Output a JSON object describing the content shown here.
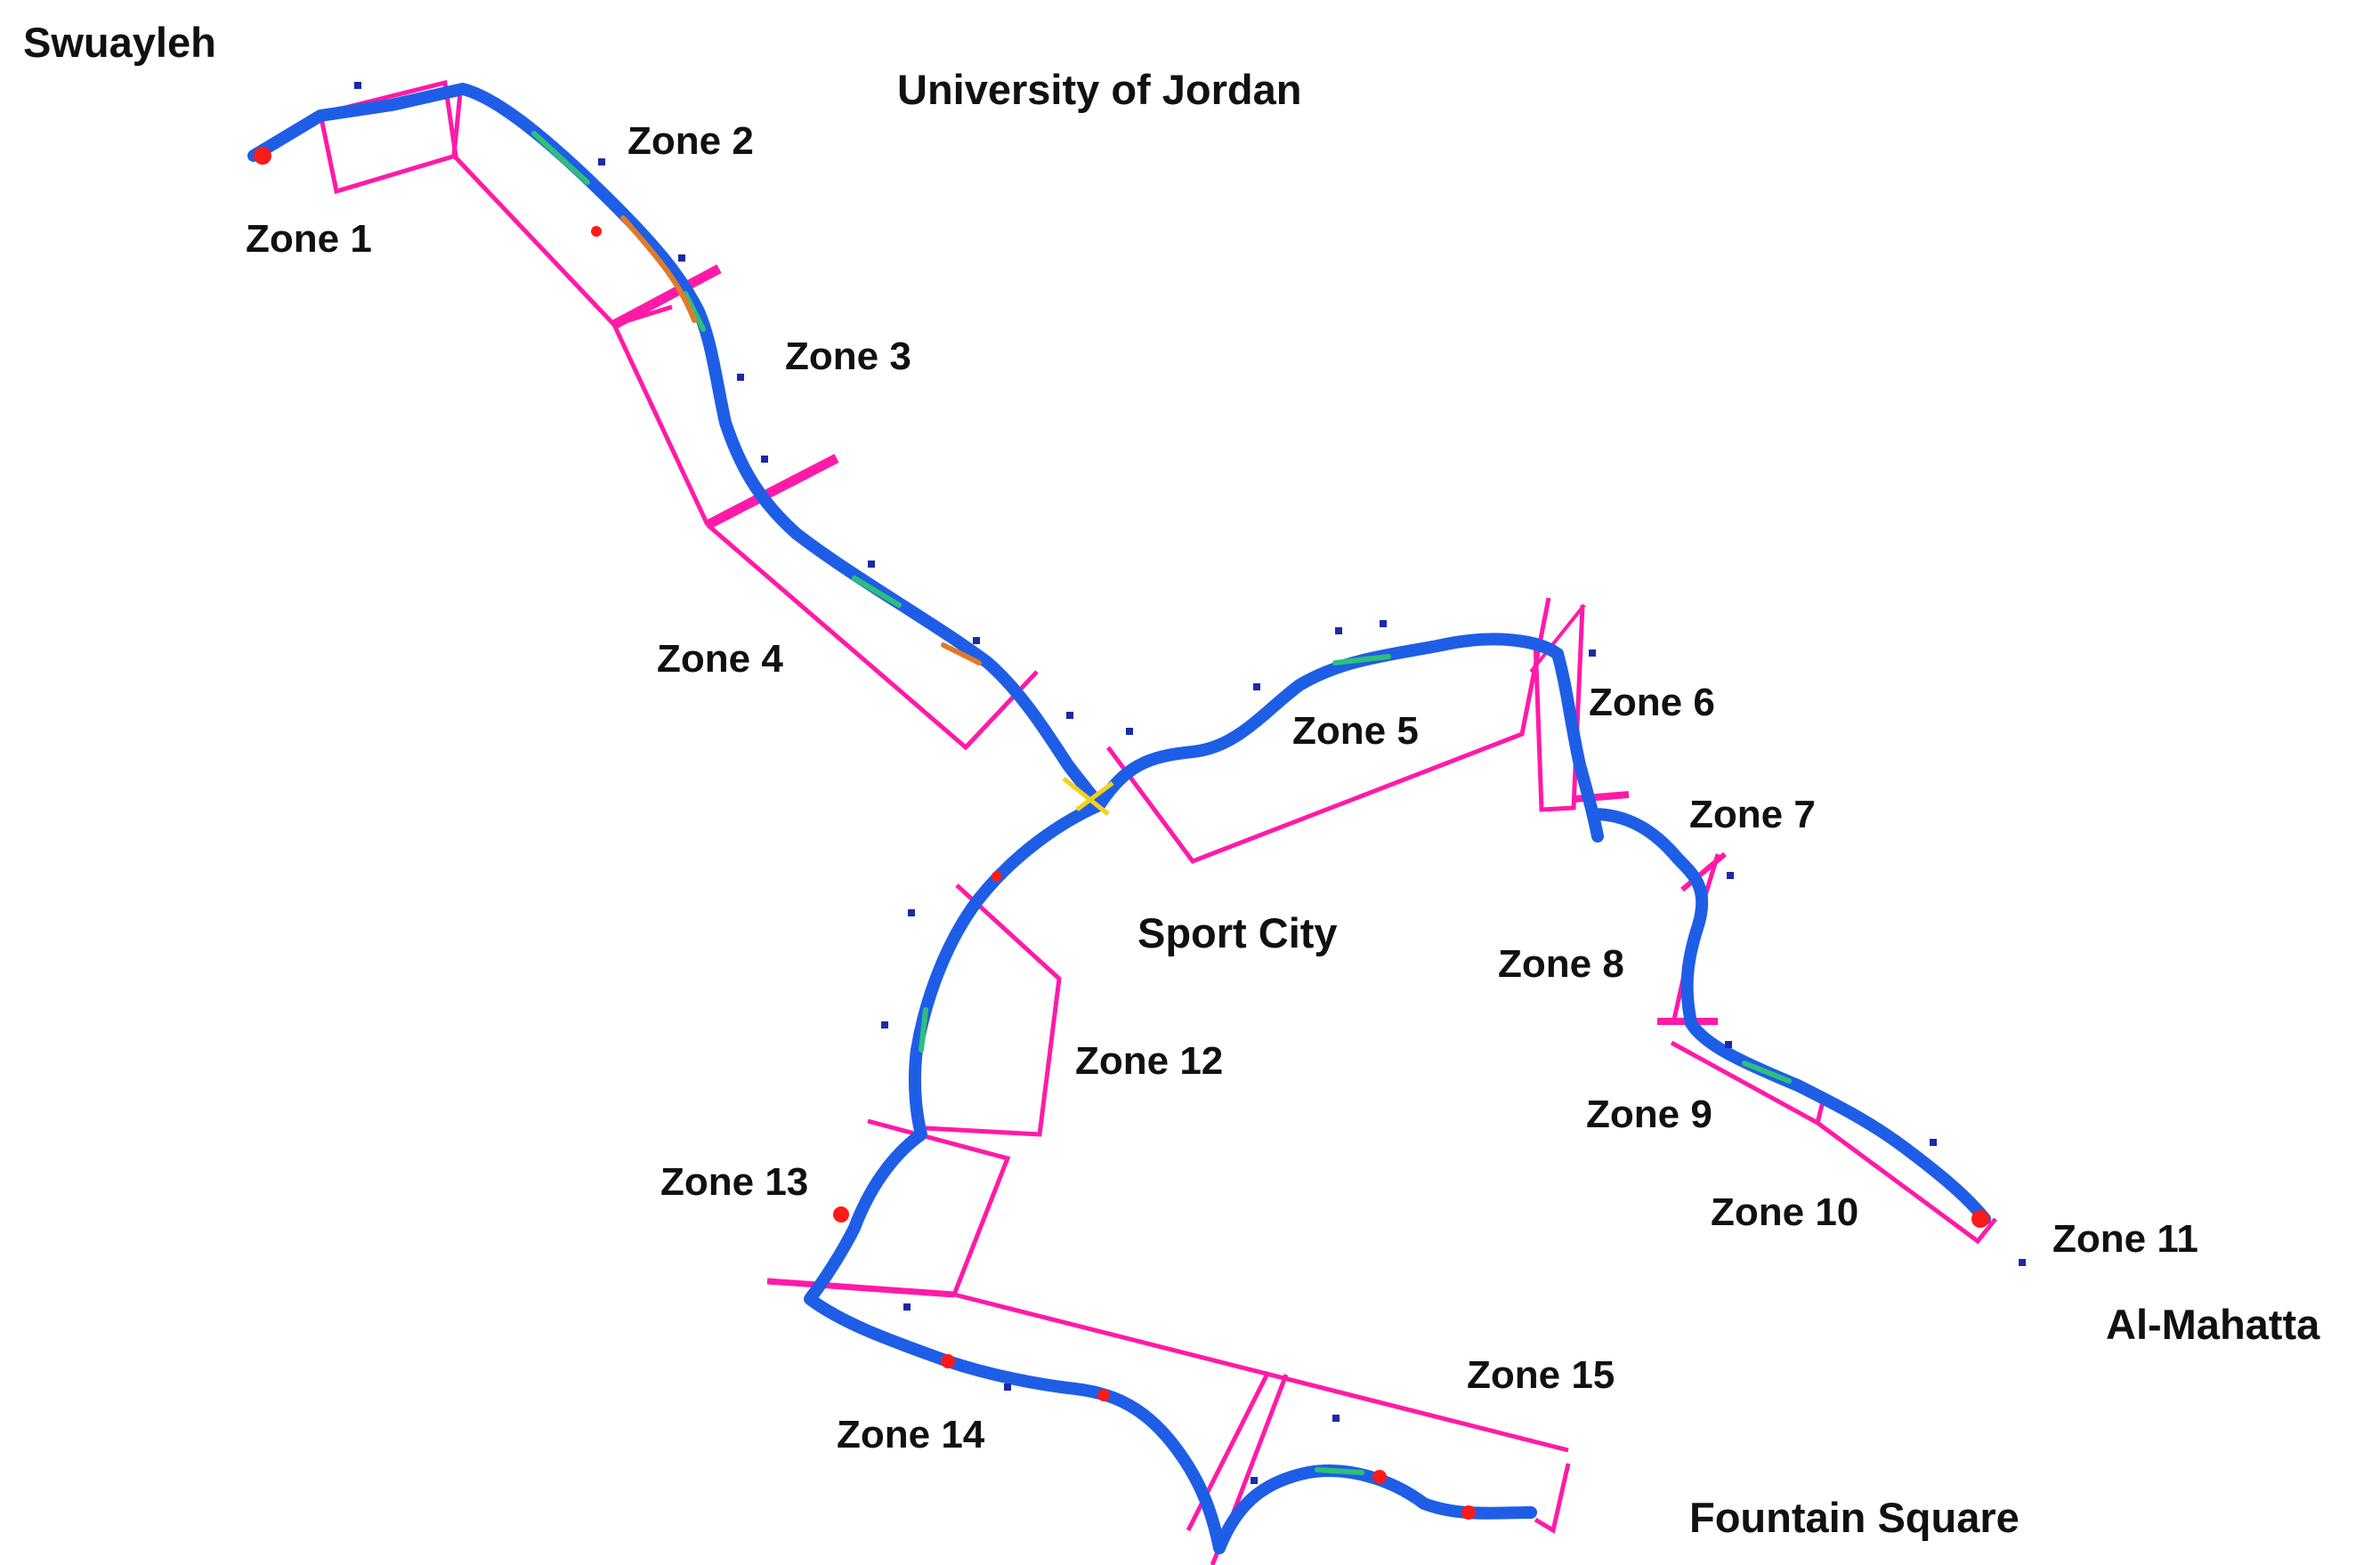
{
  "place_labels": {
    "swuayleh": "Swuayleh",
    "university": "University of Jordan",
    "sport_city": "Sport City",
    "al_mahatta": "Al-Mahatta",
    "fountain_square": "Fountain Square"
  },
  "zones": {
    "z1": "Zone 1",
    "z2": "Zone 2",
    "z3": "Zone 3",
    "z4": "Zone 4",
    "z5": "Zone 5",
    "z6": "Zone 6",
    "z7": "Zone 7",
    "z8": "Zone 8",
    "z9": "Zone 9",
    "z10": "Zone 10",
    "z11": "Zone 11",
    "z12": "Zone 12",
    "z13": "Zone 13",
    "z14": "Zone 14",
    "z15": "Zone 15"
  },
  "colors": {
    "route": "#1e5ee6",
    "route_highlight": "#2fbf7a",
    "zone_boundary": "#ff1aa8",
    "incident_red": "#ff1a1a",
    "incident_orange": "#e07a2a",
    "incident_yellow": "#f2d21b",
    "point_dark_blue": "#1a2aa8",
    "label_text": "#111111"
  }
}
